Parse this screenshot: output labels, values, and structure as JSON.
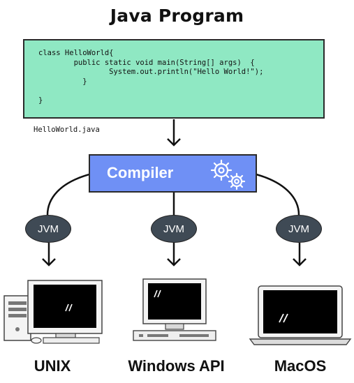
{
  "title": "Java Program",
  "code": {
    "lines": [
      "class HelloWorld{",
      "        public static void main(String[] args)  {",
      "                System.out.println(\"Hello World!\");",
      "          }",
      "",
      "}"
    ],
    "filename": "HelloWorld.java"
  },
  "compiler": {
    "label": "Compiler",
    "icon": "gears-icon"
  },
  "jvms": [
    {
      "label": "JVM"
    },
    {
      "label": "JVM"
    },
    {
      "label": "JVM"
    }
  ],
  "platforms": [
    {
      "label": "UNIX",
      "icon": "desktop-tower-computer-icon"
    },
    {
      "label": "Windows API",
      "icon": "desktop-computer-icon"
    },
    {
      "label": "MacOS",
      "icon": "laptop-icon"
    }
  ],
  "colors": {
    "code_bg": "#8fe8c3",
    "compiler_bg": "#6f90f5",
    "jvm_bg": "#3f4a55"
  }
}
